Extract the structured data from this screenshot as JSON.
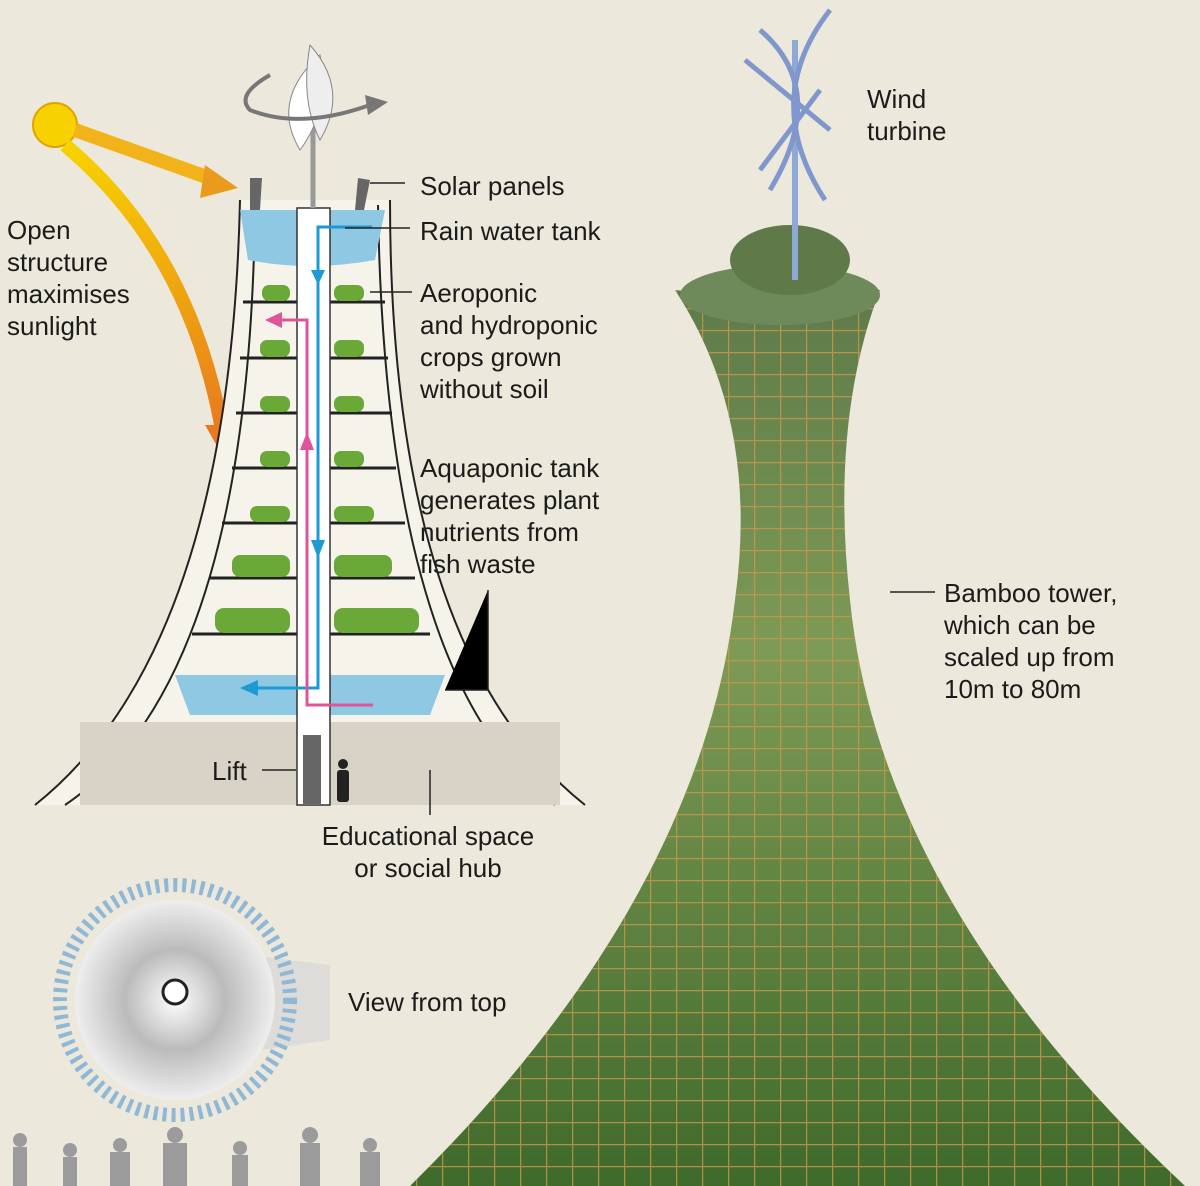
{
  "labels": {
    "open_structure": "Open\nstructure\nmaximises\nsunlight",
    "solar_panels": "Solar panels",
    "rain_water_tank": "Rain water tank",
    "crops": "Aeroponic\nand hydroponic\ncrops grown\nwithout soil",
    "aquaponic": "Aquaponic tank\ngenerates plant\nnutrients from\nfish waste",
    "lift": "Lift",
    "educational": "Educational space\nor social hub",
    "view_from_top": "View from top",
    "wind_turbine": "Wind\nturbine",
    "bamboo_tower": "Bamboo tower,\nwhich can be\nscaled up from\n10m to 80m"
  },
  "colors": {
    "background": "#ece8dc",
    "water": "#8fc8e3",
    "water_flow": "#1b9ad6",
    "nutrient_flow": "#e0559a",
    "crops": "#6aa838",
    "sun": "#f7d200",
    "sun_arrow": "#e8891f",
    "bamboo": "#c89a48"
  }
}
